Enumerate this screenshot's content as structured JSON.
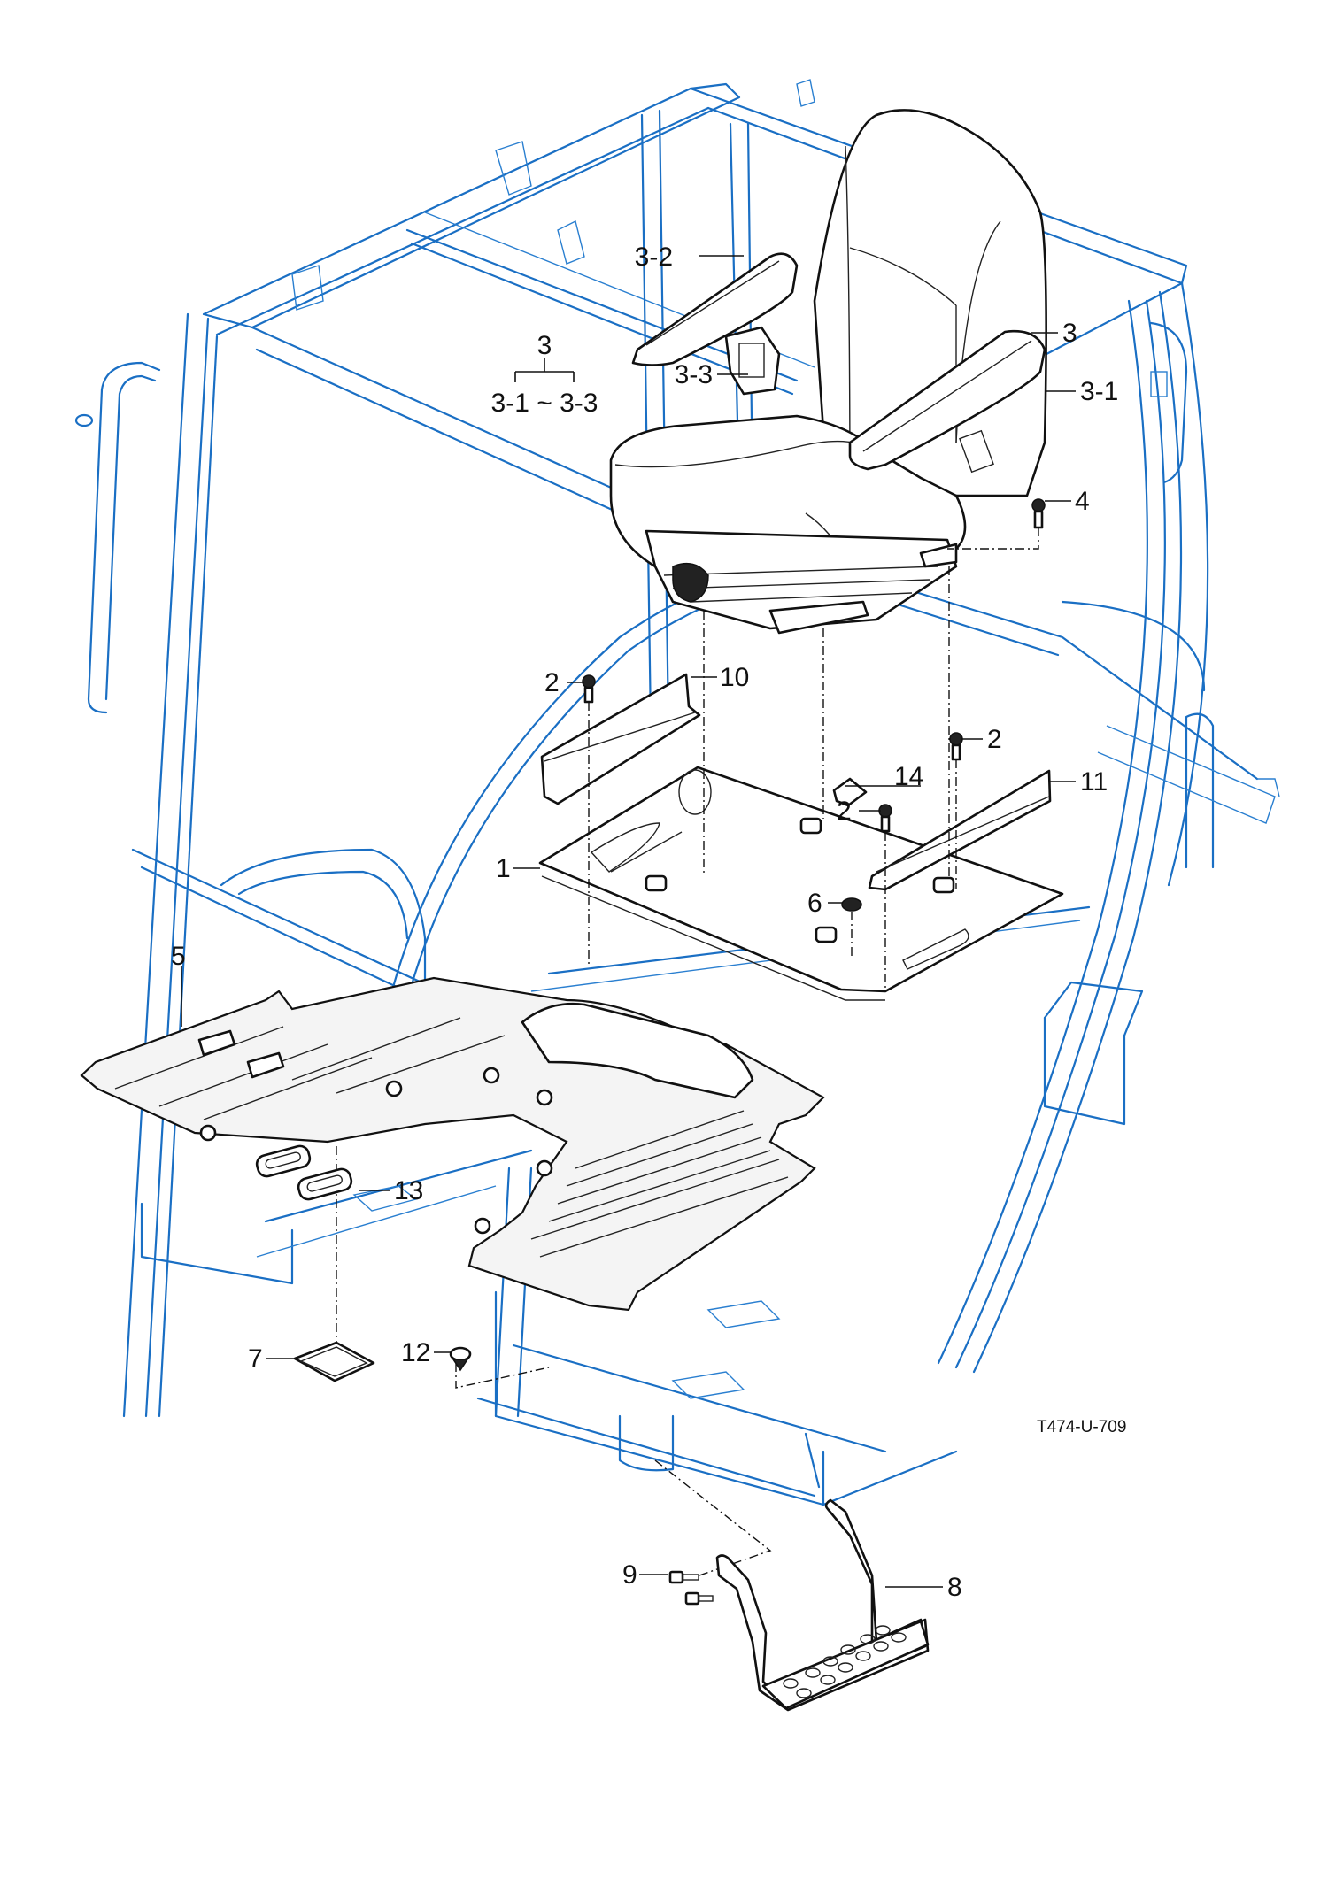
{
  "diagram": {
    "title": "Operator seat and floor mounting exploded view",
    "figure_code": "T474-U-709",
    "colors": {
      "cab_frame": "#1a6fc4",
      "parts": "#111111",
      "background": "#ffffff"
    },
    "assembly_note": {
      "parent": "3",
      "range": "3-1 ~ 3-3"
    },
    "callouts": [
      {
        "id": "c-3-2",
        "label": "3-2",
        "part": "seat-armrest-left"
      },
      {
        "id": "c-3",
        "label": "3",
        "part": "seat-assembly"
      },
      {
        "id": "c-3-3",
        "label": "3-3",
        "part": "seat-belt-buckle"
      },
      {
        "id": "c-3-1",
        "label": "3-1",
        "part": "seat-armrest-right"
      },
      {
        "id": "c-4",
        "label": "4",
        "part": "seat-bolt"
      },
      {
        "id": "c-2a",
        "label": "2",
        "part": "bolt-left-bracket"
      },
      {
        "id": "c-10",
        "label": "10",
        "part": "angle-bracket-left"
      },
      {
        "id": "c-2b",
        "label": "2",
        "part": "bolt-right-bracket"
      },
      {
        "id": "c-14",
        "label": "14",
        "part": "clip-plate"
      },
      {
        "id": "c-11",
        "label": "11",
        "part": "angle-bracket-right"
      },
      {
        "id": "c-2c",
        "label": "2",
        "part": "bolt-seat-plate"
      },
      {
        "id": "c-1",
        "label": "1",
        "part": "seat-mount-plate"
      },
      {
        "id": "c-6",
        "label": "6",
        "part": "grommet"
      },
      {
        "id": "c-5",
        "label": "5",
        "part": "floor-mat"
      },
      {
        "id": "c-13",
        "label": "13",
        "part": "mat-grommet-pair"
      },
      {
        "id": "c-7",
        "label": "7",
        "part": "access-cover"
      },
      {
        "id": "c-12",
        "label": "12",
        "part": "push-clip"
      },
      {
        "id": "c-8",
        "label": "8",
        "part": "step-assembly"
      },
      {
        "id": "c-9",
        "label": "9",
        "part": "step-bolt"
      }
    ]
  }
}
